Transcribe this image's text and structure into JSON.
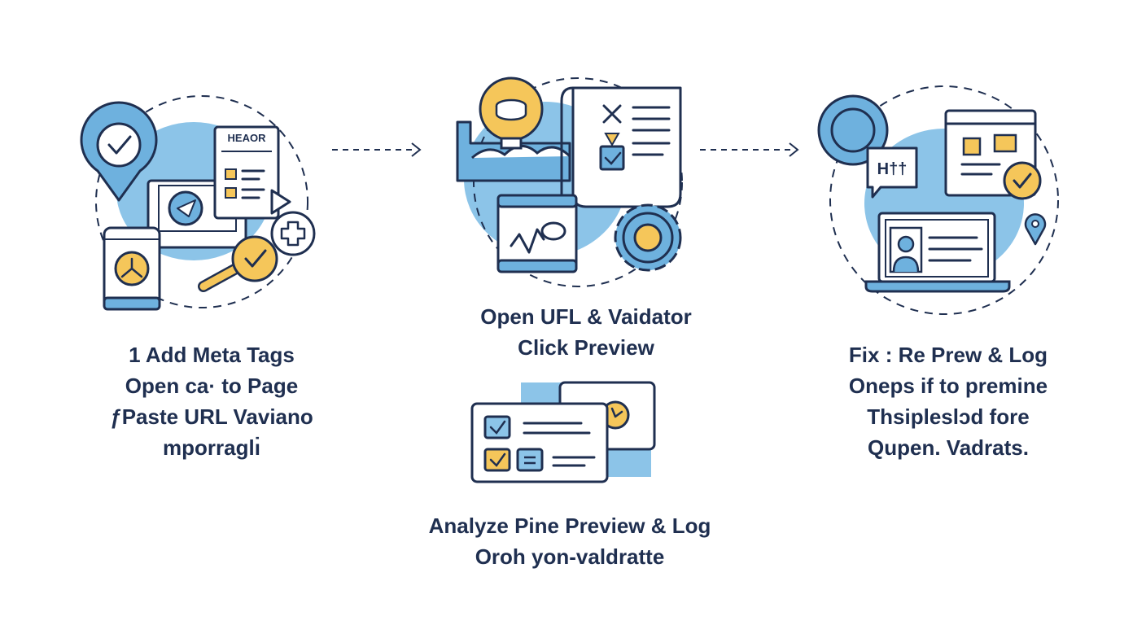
{
  "step1": {
    "badge_text": "HEAOR",
    "caption": [
      "1 Add Meta Tags",
      "Open ca· to Page",
      "ƒPaste URL Vaviano",
      "mporraglı̇"
    ]
  },
  "step2": {
    "caption": [
      "Open UFL & Vaidator",
      "Click Preview"
    ]
  },
  "step3": {
    "chat_text": "H††",
    "caption": [
      "Fix : Re Prew & Log",
      "Oneps if to premine",
      "Thsipleslɔd fore",
      "Qupen. Vadrats."
    ]
  },
  "step4": {
    "caption": [
      "Analyze Pine Preview & Log",
      "Oroh yon-valdratte"
    ]
  },
  "colors": {
    "navy": "#1f2f50",
    "light_blue": "#8cc4e8",
    "mid_blue": "#6eb1de",
    "yellow": "#f5c65a"
  }
}
